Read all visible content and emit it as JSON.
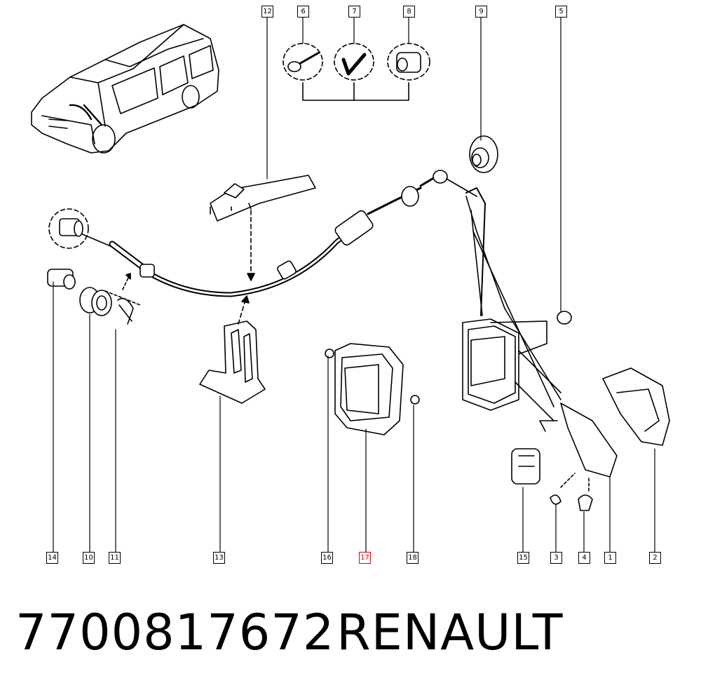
{
  "callouts": {
    "c1": "1",
    "c2": "2",
    "c3": "3",
    "c4": "4",
    "c5": "5",
    "c6": "6",
    "c7": "7",
    "c8": "8",
    "c9": "9",
    "c10": "10",
    "c11": "11",
    "c12": "12",
    "c13": "13",
    "c14": "14",
    "c15": "15",
    "c16": "16",
    "c17": "17",
    "c18": "18"
  },
  "highlight_color": "#e00000",
  "footer": {
    "part_number": "7700817672",
    "brand": "RENAULT"
  }
}
